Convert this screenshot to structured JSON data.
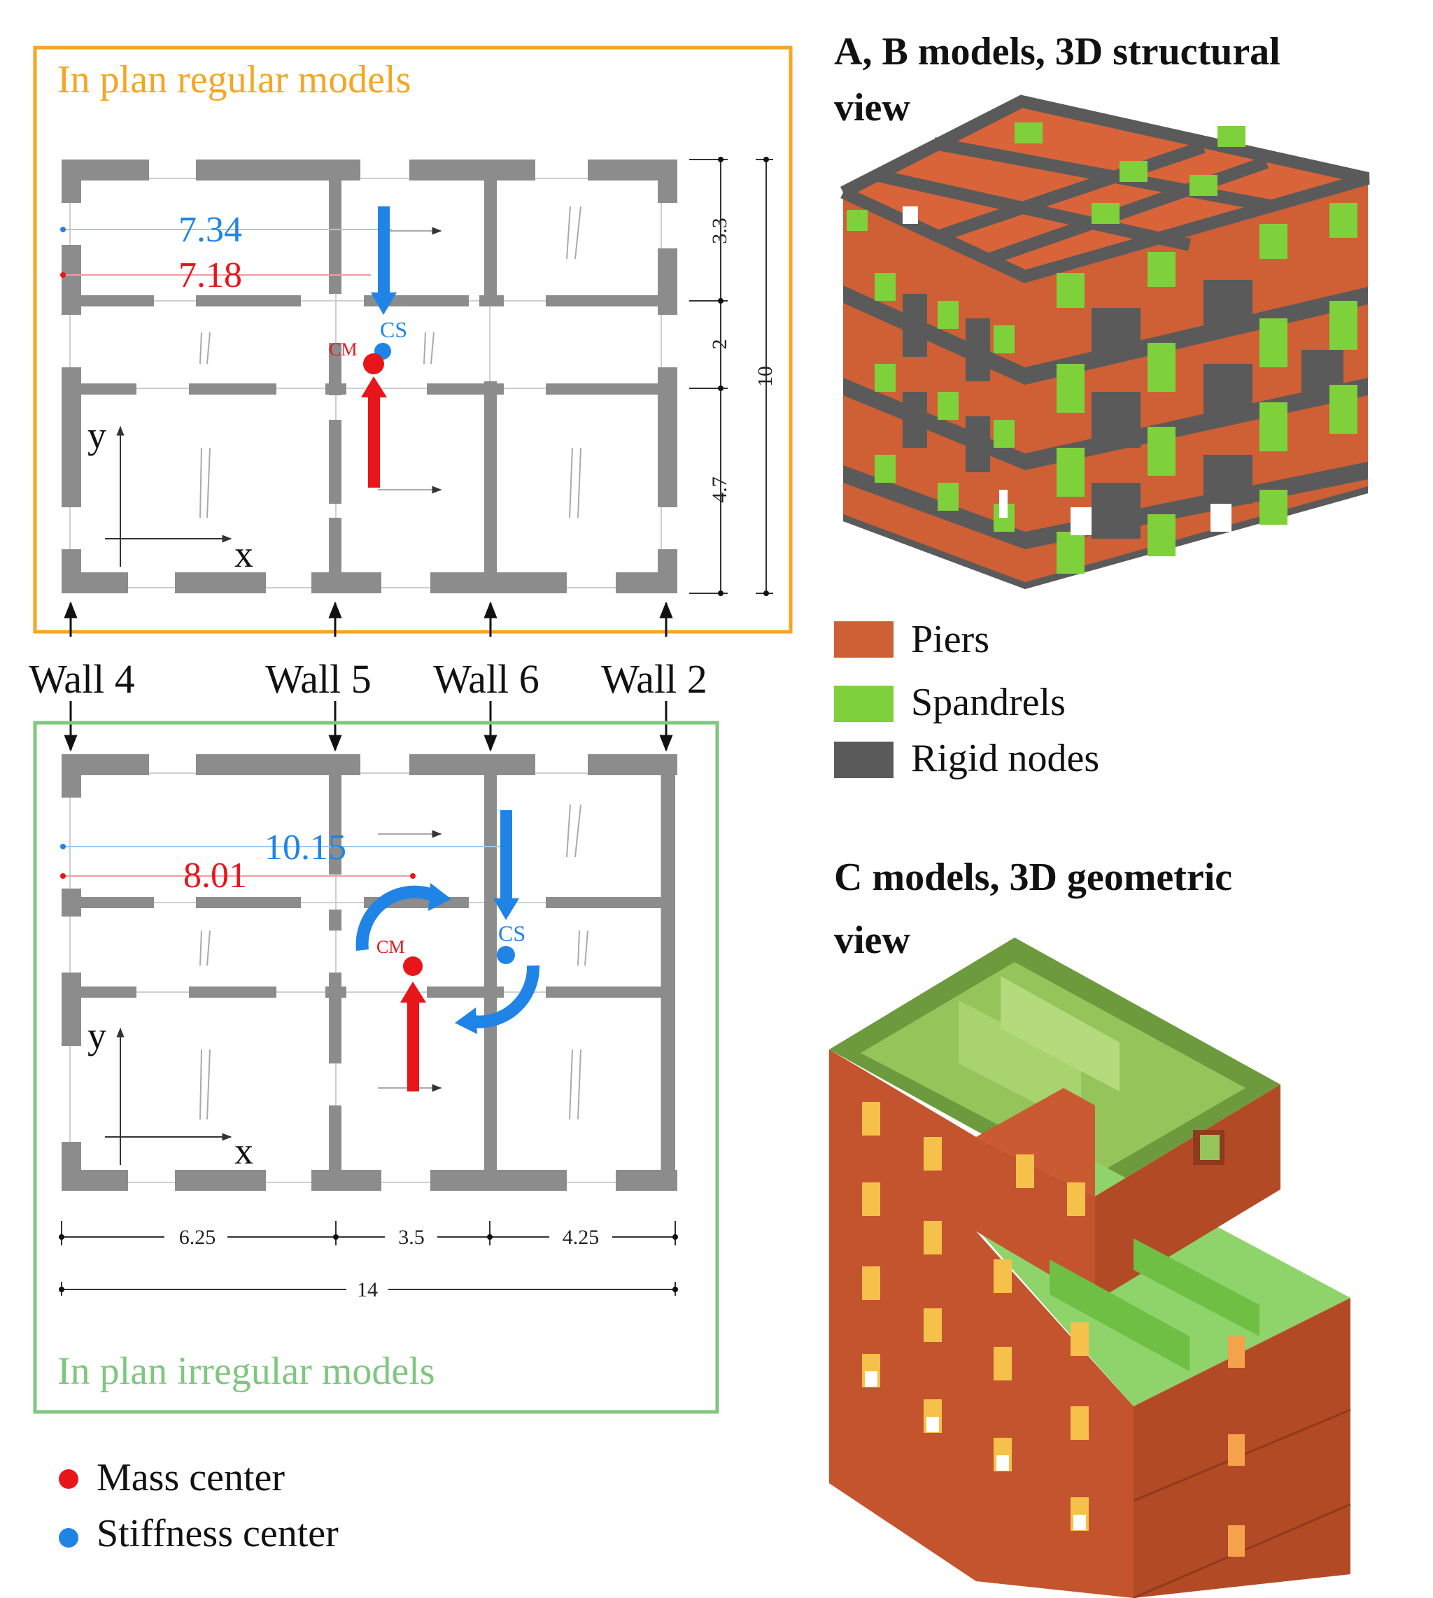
{
  "colors": {
    "regular_frame": "#f5a623",
    "irregular_frame": "#7fc77f",
    "mass": "#e8151b",
    "stiffness": "#1f84e6",
    "wall": "#8c8c8c",
    "pier": "#cf5f35",
    "spandrel": "#7fd13b",
    "rigid": "#5a5a5a",
    "brick": "#c4542d",
    "glass": "#8fd36b"
  },
  "regular_plan": {
    "title": "In plan regular models",
    "dist_blue": "7.34",
    "dist_red": "7.18",
    "cs_label": "CS",
    "cm_label": "CM",
    "y_label": "y",
    "x_label": "x",
    "dims_right": [
      "3.3",
      "2",
      "4.7"
    ],
    "dim_total": "10"
  },
  "walls": [
    "Wall 4",
    "Wall 5",
    "Wall 6",
    "Wall 2"
  ],
  "irregular_plan": {
    "title": "In plan irregular models",
    "dist_blue": "10.15",
    "dist_red": "8.01",
    "cs_label": "CS",
    "cm_label": "CM",
    "y_label": "y",
    "x_label": "x",
    "dims_bottom": [
      "6.25",
      "3.5",
      "4.25"
    ],
    "dim_total": "14"
  },
  "legend_centers": {
    "mass": "Mass center",
    "stiffness": "Stiffness center"
  },
  "view_ab": {
    "title_line1": "A, B models, 3D  structural",
    "title_line2": "view"
  },
  "legend_elements": {
    "piers": "Piers",
    "spandrels": "Spandrels",
    "rigid": "Rigid nodes"
  },
  "view_c": {
    "title_line1": "C models, 3D geometric",
    "title_line2": "view"
  }
}
